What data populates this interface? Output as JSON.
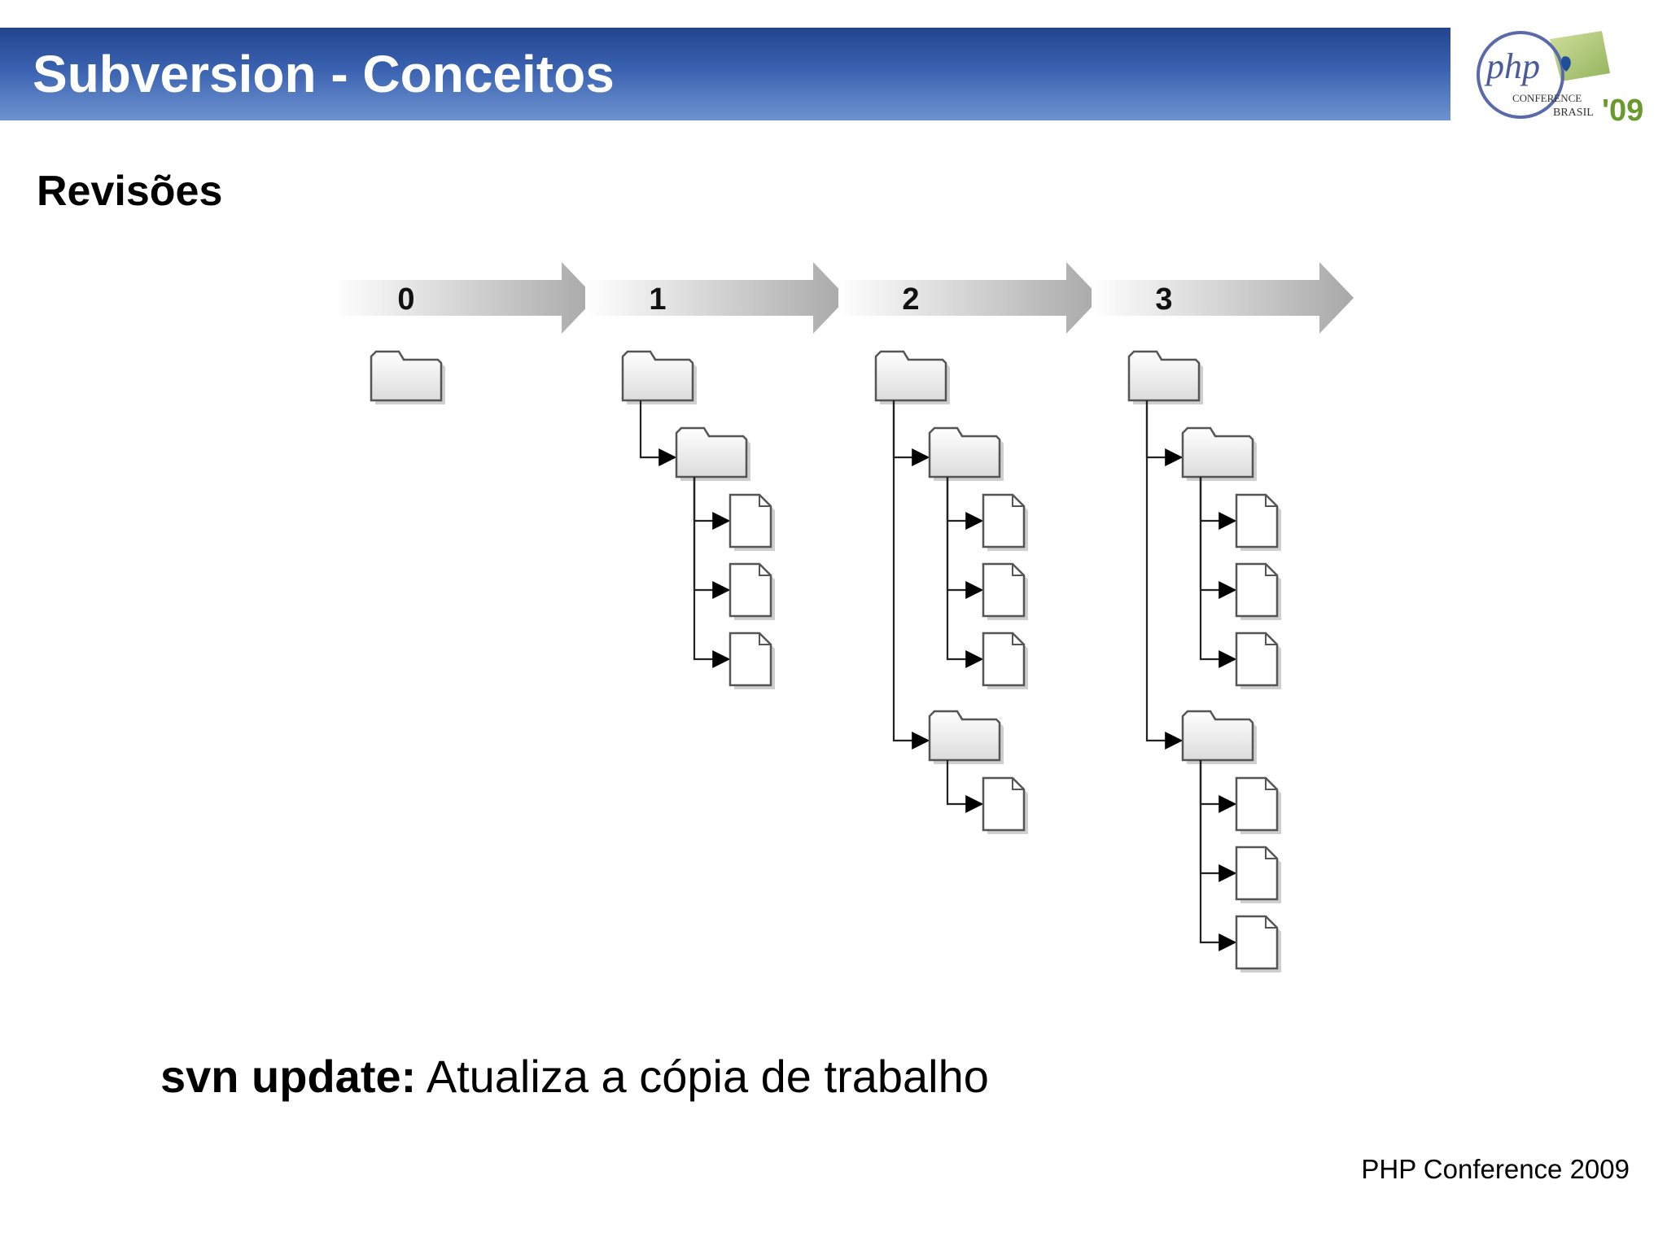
{
  "header": {
    "title": "Subversion - Conceitos"
  },
  "logo": {
    "primary": "php",
    "line1": "CONFERENCE",
    "line2": "BRASIL",
    "year": "'09"
  },
  "section": {
    "title": "Revisões"
  },
  "diagram": {
    "revisions": [
      {
        "label": "0",
        "folders": [
          "root"
        ]
      },
      {
        "label": "1",
        "folders": [
          "root",
          "dir-a"
        ],
        "dir_a_files": 3,
        "dir_b_files": 0
      },
      {
        "label": "2",
        "folders": [
          "root",
          "dir-a",
          "dir-b"
        ],
        "dir_a_files": 3,
        "dir_b_files": 1
      },
      {
        "label": "3",
        "folders": [
          "root",
          "dir-a",
          "dir-b"
        ],
        "dir_a_files": 3,
        "dir_b_files": 3
      }
    ]
  },
  "caption": {
    "command": "svn update:",
    "description": " Atualiza a cópia de trabalho"
  },
  "footer": {
    "text": "PHP Conference 2009"
  }
}
